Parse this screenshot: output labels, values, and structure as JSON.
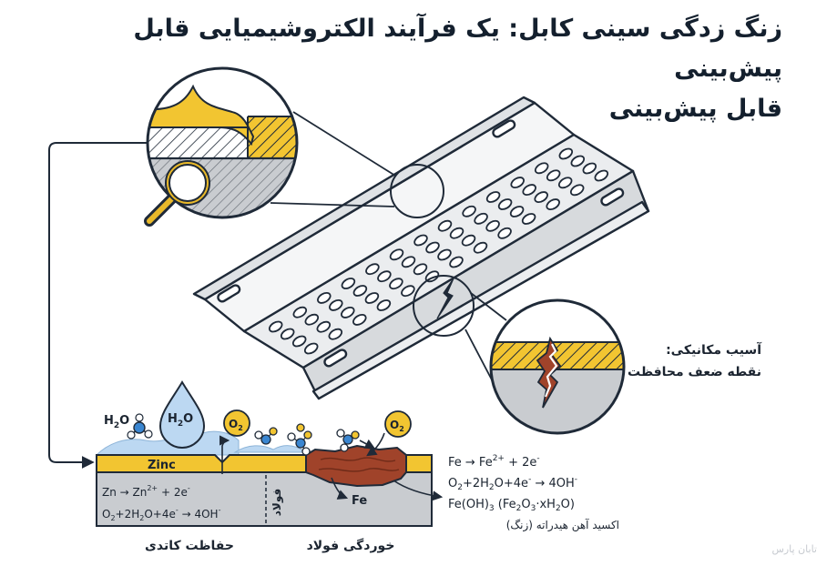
{
  "title_line1": "زنگ زدگی سینی کابل: یک فرآیند الکتروشیمیایی قابل پیش‌بینی",
  "title_line2": "قابل پیش‌بینی",
  "damage": {
    "line1": "آسیب مکانیکی:",
    "line2": "نقطه ضعف محافظت"
  },
  "molecule_left": {
    "base": "H",
    "sub": "2",
    "tail": "O"
  },
  "drop": {
    "base": "H",
    "sub": "2",
    "tail": "O"
  },
  "o2_left": {
    "base": "O",
    "sub": "2"
  },
  "o2_right": {
    "base": "O",
    "sub": "2"
  },
  "zinc_label": "Zinc",
  "steel_label": "فولاد",
  "fe_label": "Fe",
  "left_eq": {
    "eq1_a": "Zn → Zn",
    "eq1_sup": "2+",
    "eq1_b": " + 2e",
    "eq1_sup2": "-",
    "eq2_a": "O",
    "eq2_s1": "2",
    "eq2_b": "+2H",
    "eq2_s2": "2",
    "eq2_c": "O+4e",
    "eq2_sup": "-",
    "eq2_d": " → 4OH",
    "eq2_sup2": "-"
  },
  "right_eq": {
    "eq1_a": "Fe → Fe",
    "eq1_sup": "2+",
    "eq1_b": " + 2e",
    "eq1_sup2": "-",
    "eq2_a": "O",
    "eq2_s1": "2",
    "eq2_b": "+2H",
    "eq2_s2": "2",
    "eq2_c": "O+4e",
    "eq2_sup": "-",
    "eq2_d": " → 4OH",
    "eq2_sup2": "-",
    "eq3_a": "Fe(OH)",
    "eq3_s1": "3",
    "eq3_b": " (Fe",
    "eq3_s2": "2",
    "eq3_c": "O",
    "eq3_s3": "3",
    "eq3_d": "·xH",
    "eq3_s4": "2",
    "eq3_e": "O)",
    "eq4": "اکسید آهن هیدراته (زنگ)"
  },
  "caption_left": "حفاظت کاتدی",
  "caption_right": "خوردگی فولاد",
  "watermark": "تابان پارس",
  "colors": {
    "zinc": "#f2c531",
    "steel": "#c9ccd0",
    "rust": "#a0432a",
    "water": "#bcd8f2",
    "outline": "#1f2a38"
  }
}
